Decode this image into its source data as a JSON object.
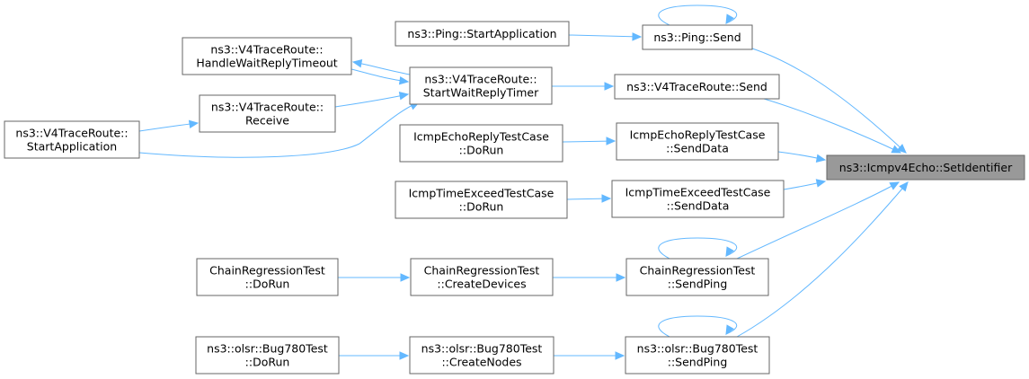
{
  "graph": {
    "target": "ns3::Icmpv4Echo::SetIdentifier",
    "nodes": {
      "setid": [
        "ns3::Icmpv4Echo::SetIdentifier"
      ],
      "ping_start": [
        "ns3::Ping::StartApplication"
      ],
      "ping_send": [
        "ns3::Ping::Send"
      ],
      "hwrt": [
        "ns3::V4TraceRoute::",
        "HandleWaitReplyTimeout"
      ],
      "swrt": [
        "ns3::V4TraceRoute::",
        "StartWaitReplyTimer"
      ],
      "v4send": [
        "ns3::V4TraceRoute::Send"
      ],
      "v4recv": [
        "ns3::V4TraceRoute::",
        "Receive"
      ],
      "v4start": [
        "ns3::V4TraceRoute::",
        "StartApplication"
      ],
      "echo_run": [
        "IcmpEchoReplyTestCase",
        "::DoRun"
      ],
      "echo_send": [
        "IcmpEchoReplyTestCase",
        "::SendData"
      ],
      "te_run": [
        "IcmpTimeExceedTestCase",
        "::DoRun"
      ],
      "te_send": [
        "IcmpTimeExceedTestCase",
        "::SendData"
      ],
      "chain_run": [
        "ChainRegressionTest",
        "::DoRun"
      ],
      "chain_create": [
        "ChainRegressionTest",
        "::CreateDevices"
      ],
      "chain_ping": [
        "ChainRegressionTest",
        "::SendPing"
      ],
      "bug_run": [
        "ns3::olsr::Bug780Test",
        "::DoRun"
      ],
      "bug_create": [
        "ns3::olsr::Bug780Test",
        "::CreateNodes"
      ],
      "bug_ping": [
        "ns3::olsr::Bug780Test",
        "::SendPing"
      ]
    },
    "edges": [
      [
        "ping_send",
        "setid"
      ],
      [
        "v4send",
        "setid"
      ],
      [
        "echo_send",
        "setid"
      ],
      [
        "te_send",
        "setid"
      ],
      [
        "chain_ping",
        "setid"
      ],
      [
        "bug_ping",
        "setid"
      ],
      [
        "ping_start",
        "ping_send"
      ],
      [
        "ping_send",
        "ping_send"
      ],
      [
        "swrt",
        "v4send"
      ],
      [
        "swrt",
        "hwrt"
      ],
      [
        "hwrt",
        "swrt"
      ],
      [
        "v4recv",
        "swrt"
      ],
      [
        "v4start",
        "swrt"
      ],
      [
        "v4start",
        "v4recv"
      ],
      [
        "echo_run",
        "echo_send"
      ],
      [
        "te_run",
        "te_send"
      ],
      [
        "chain_create",
        "chain_ping"
      ],
      [
        "chain_run",
        "chain_create"
      ],
      [
        "chain_ping",
        "chain_ping"
      ],
      [
        "bug_create",
        "bug_ping"
      ],
      [
        "bug_run",
        "bug_create"
      ],
      [
        "bug_ping",
        "bug_ping"
      ]
    ],
    "colors": {
      "edge": "#63b8ff",
      "node_border": "#666666",
      "node_fill": "#ffffff",
      "focus_fill": "#999999"
    }
  }
}
